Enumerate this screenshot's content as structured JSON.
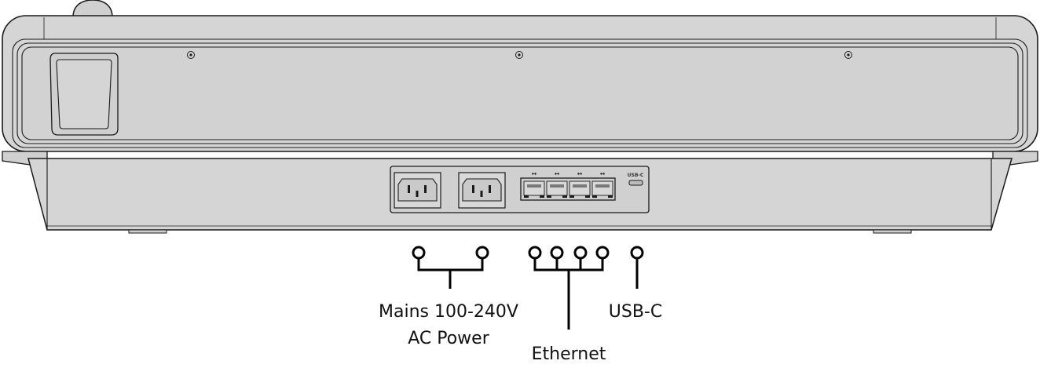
{
  "labels": {
    "mains_line1": "Mains 100-240V",
    "mains_line2": "AC Power",
    "ethernet": "Ethernet",
    "usbc": "USB-C"
  },
  "panel": {
    "usb_port_tag": "USB-C",
    "ethernet_port_glyph": "↔"
  },
  "colors": {
    "body_fill": "#d5d5d5",
    "outline": "#1a1a1a",
    "leader_line": "#000000"
  }
}
